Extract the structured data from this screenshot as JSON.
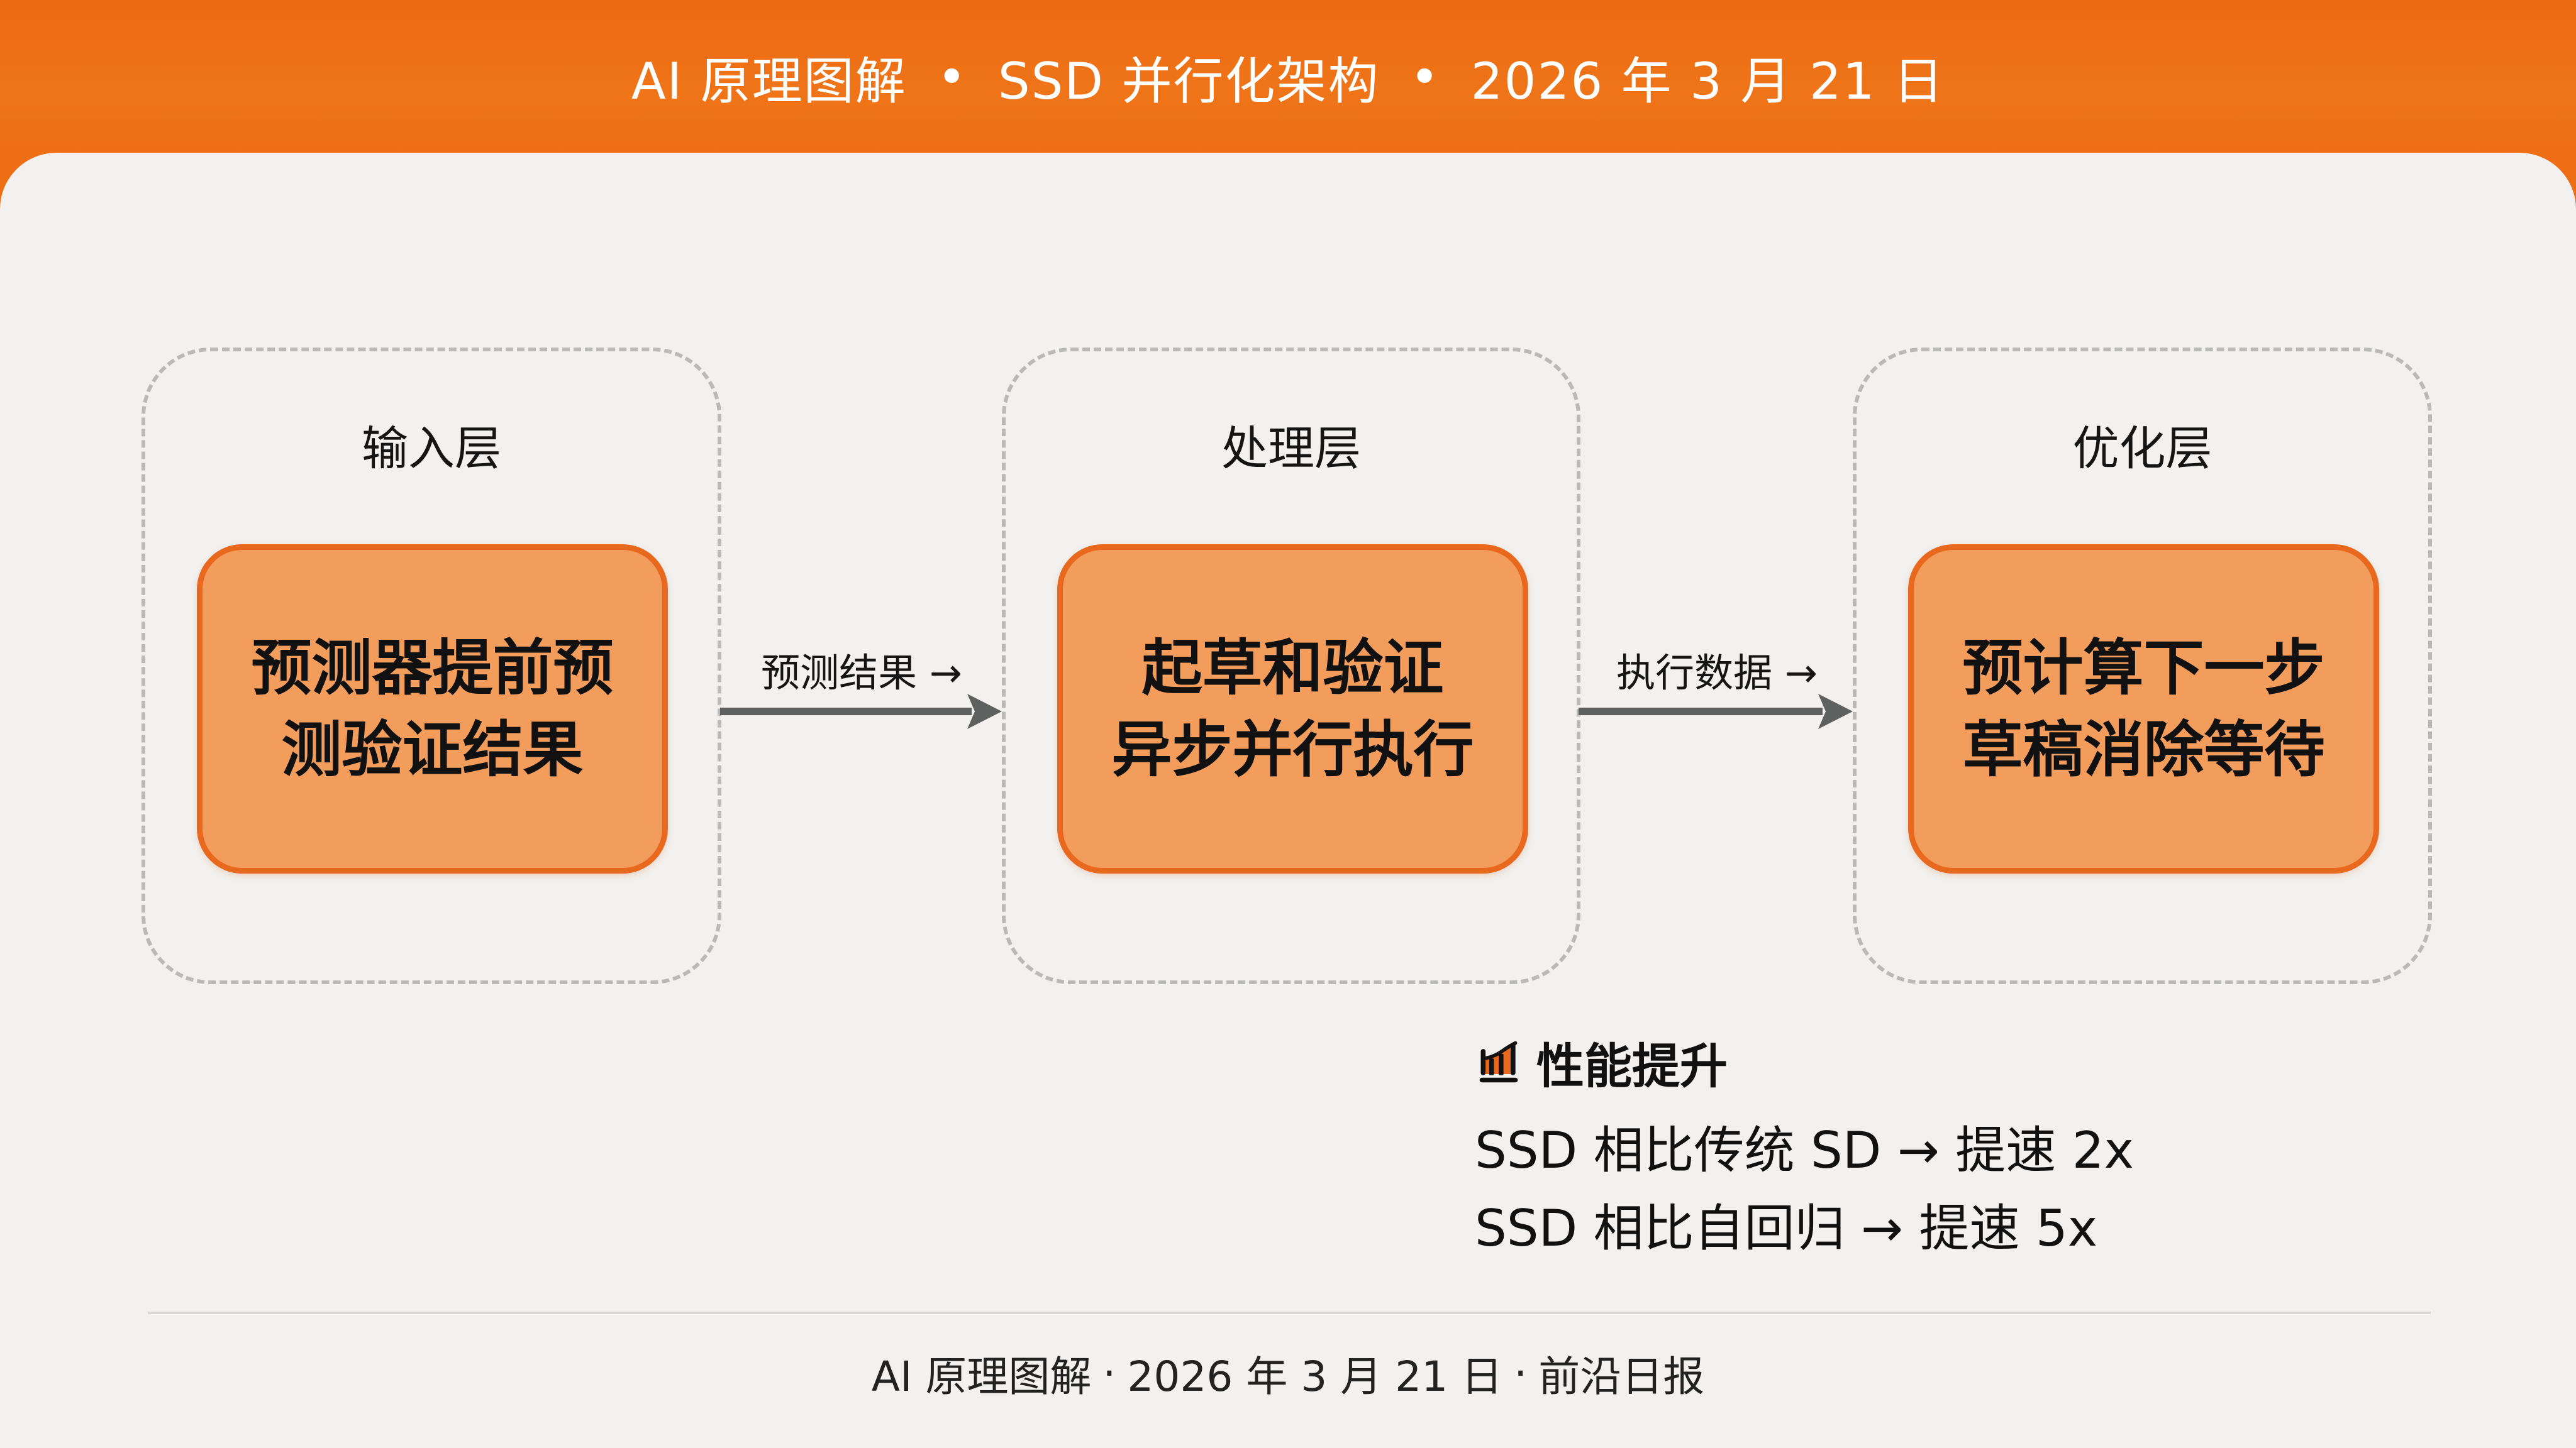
{
  "header": {
    "segments": [
      "AI 原理图解",
      "SSD 并行化架构",
      "2026 年 3 月 21 日"
    ],
    "separator": "•",
    "background_color": "#EE6E16",
    "text_color": "#FFFFFF"
  },
  "columns": [
    {
      "title": "输入层",
      "node_lines": [
        "预测器提前预",
        "测验证结果"
      ]
    },
    {
      "title": "处理层",
      "node_lines": [
        "起草和验证",
        "异步并行执行"
      ]
    },
    {
      "title": "优化层",
      "node_lines": [
        "预计算下一步",
        "草稿消除等待"
      ]
    }
  ],
  "arrows": [
    {
      "label": "预测结果 →"
    },
    {
      "label": "执行数据 →"
    }
  ],
  "performance": {
    "icon": "bar-chart-icon",
    "heading": "性能提升",
    "lines": [
      "SSD 相比传统 SD → 提速 2x",
      "SSD 相比自回归 → 提速 5x"
    ]
  },
  "footer": {
    "segments": [
      "AI 原理图解",
      "2026 年 3 月 21 日",
      "前沿日报"
    ],
    "separator": "·"
  },
  "colors": {
    "accent": "#EE6E16",
    "node_fill": "#F29D5C",
    "node_border": "#E8681E",
    "dashed_border": "#B9B9B9",
    "arrow": "#5F6060",
    "panel_bg": "#F2F1EF"
  }
}
